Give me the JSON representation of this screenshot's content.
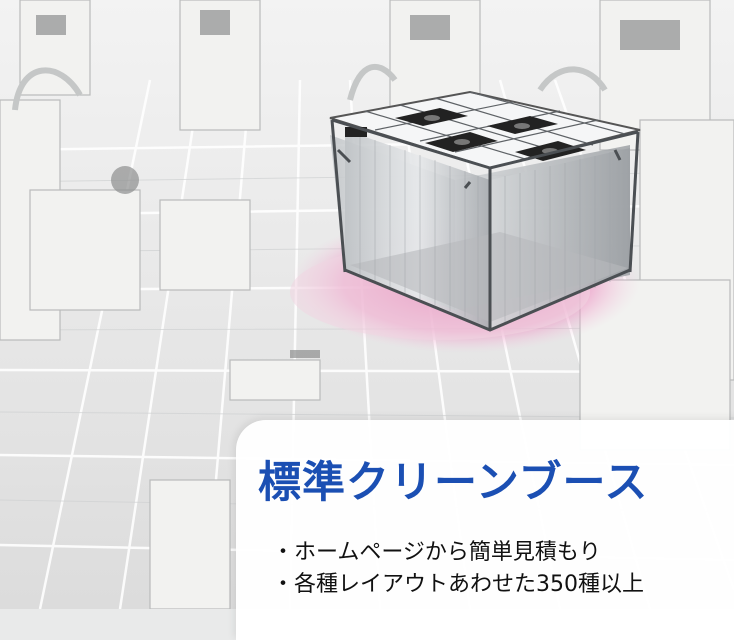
{
  "heading": "標準クリーンブース",
  "bullets": [
    "ホームページから簡単見積もり",
    "各種レイアウトあわせた350種以上"
  ]
}
